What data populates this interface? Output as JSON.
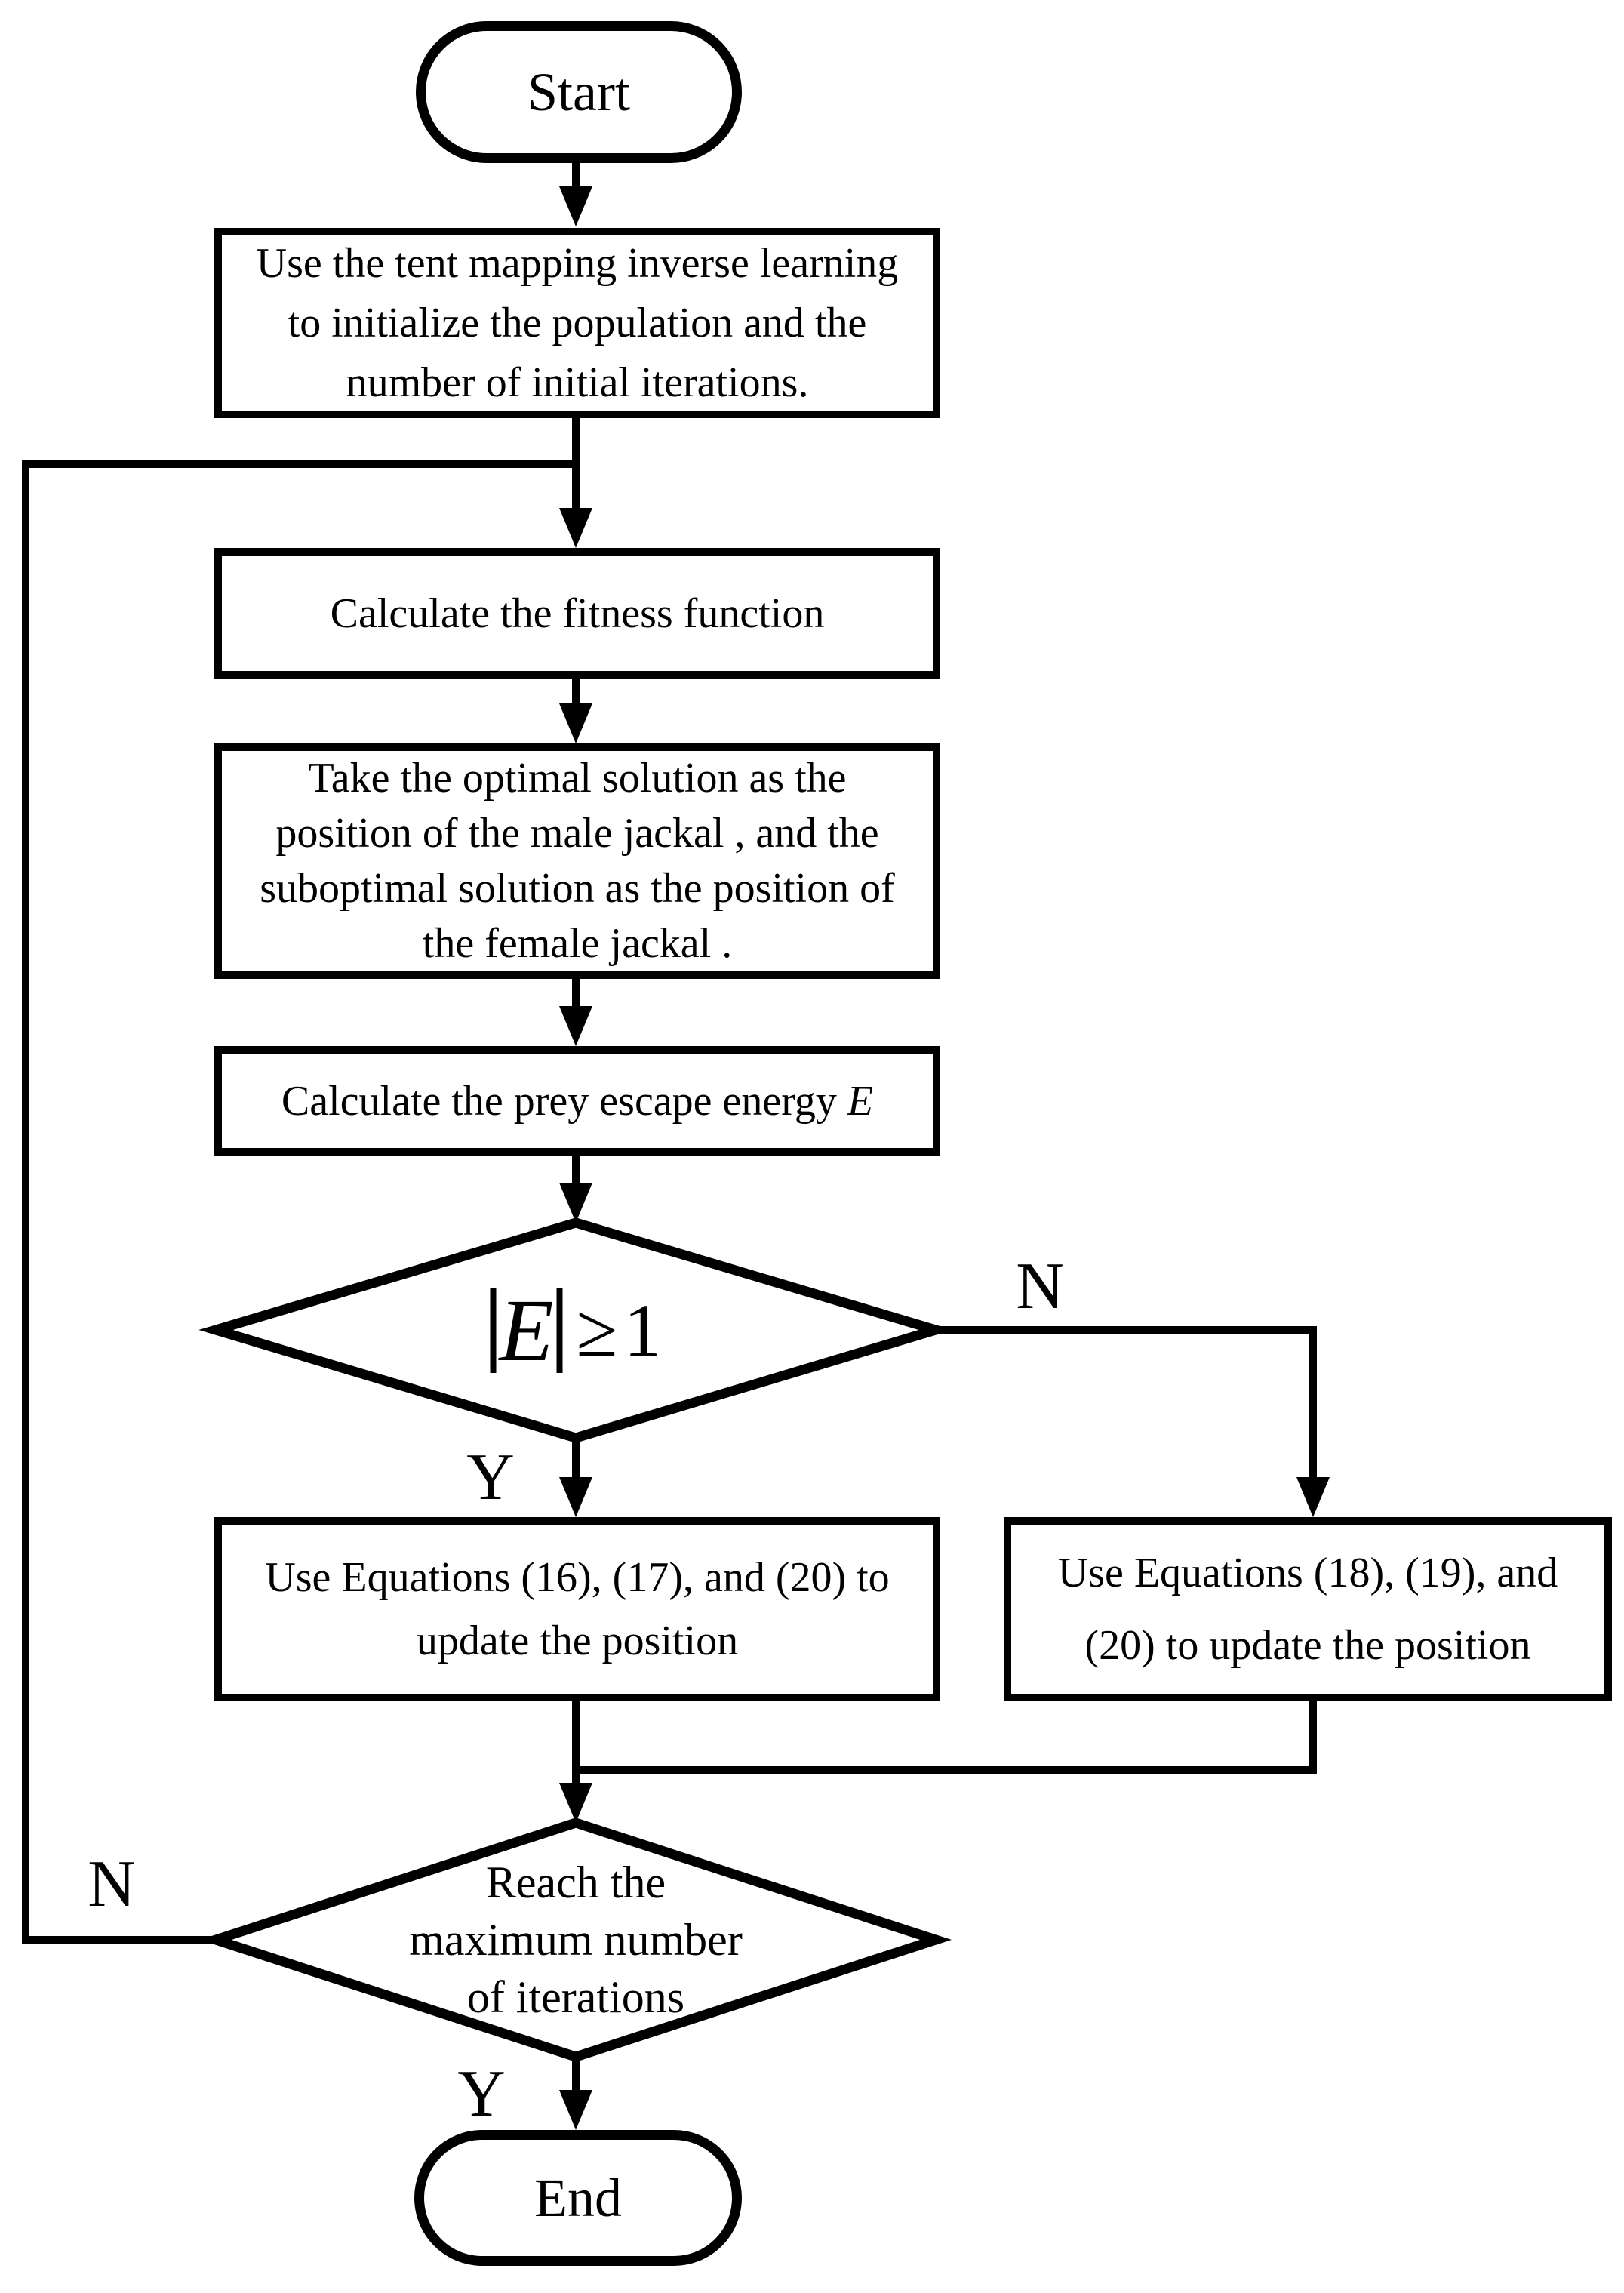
{
  "figure": {
    "background_color": "#ffffff",
    "ink_color": "#000000"
  },
  "nodes": {
    "start": {
      "label": "Start"
    },
    "init": {
      "lines": [
        "Use the tent mapping inverse learning",
        "to initialize the population and the",
        "number of initial iterations."
      ]
    },
    "fitness": {
      "label": "Calculate the fitness function"
    },
    "jackal": {
      "lines": [
        "Take the optimal solution as the",
        "position of the male  jackal , and the",
        "suboptimal solution as the position of",
        "the female jackal ."
      ]
    },
    "energy": {
      "prefix": "Calculate the prey escape energy ",
      "var": "E"
    },
    "decision_energy": {
      "abs_bar": "|",
      "var": "E",
      "operator": "≥",
      "value": "1"
    },
    "update_yes": {
      "lines": [
        "Use Equations (16), (17), and (20) to",
        "update the position"
      ]
    },
    "update_no": {
      "lines": [
        "Use Equations (18), (19), and",
        "(20) to update the position"
      ]
    },
    "decision_iter": {
      "lines": [
        "Reach the",
        "maximum number",
        "of iterations"
      ]
    },
    "end": {
      "label": "End"
    }
  },
  "edge_labels": {
    "no_top": "N",
    "yes_mid": "Y",
    "no_bottom": "N",
    "yes_bottom": "Y"
  }
}
